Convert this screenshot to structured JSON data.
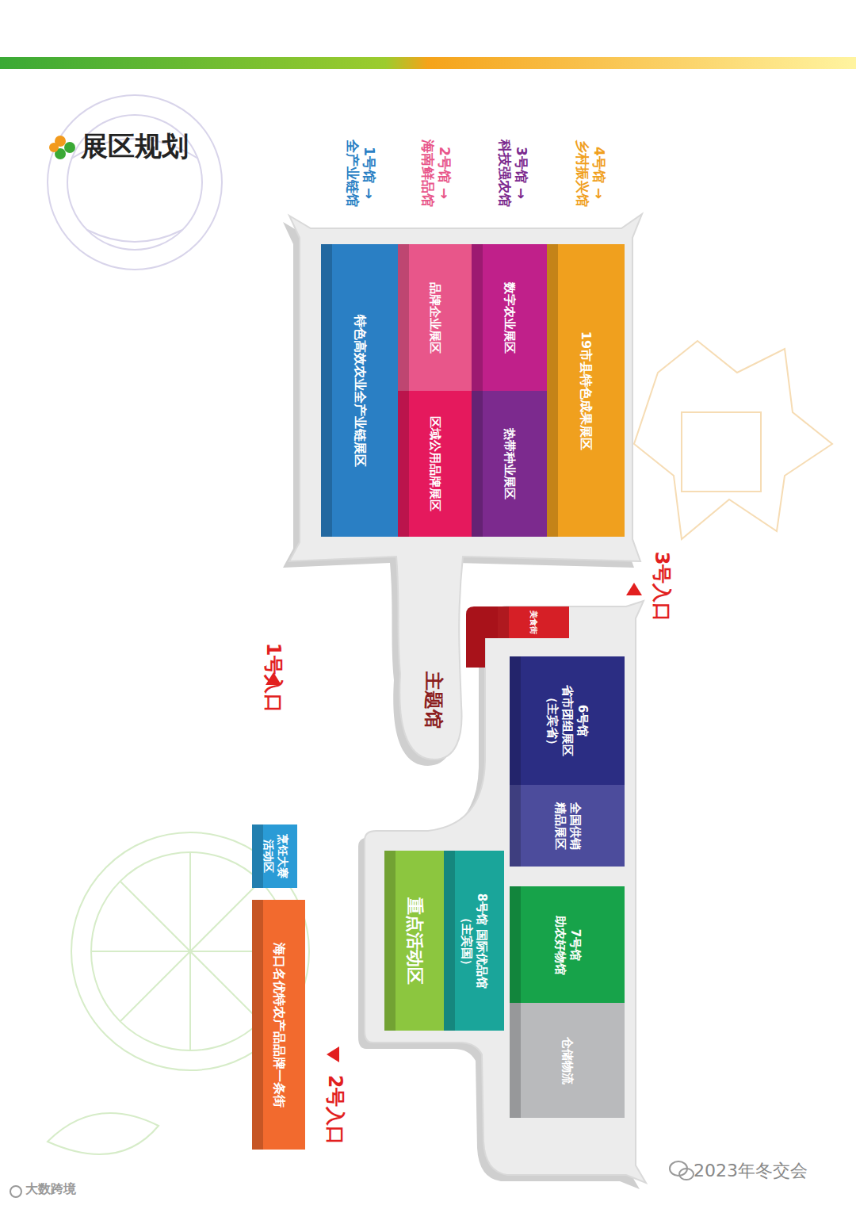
{
  "diagram": {
    "title": "展区规划",
    "nodes": [
      {
        "text": [
          "特色高效农业全产业链展区"
        ]
      },
      {
        "text": [
          "品牌企业展区"
        ]
      },
      {
        "text": [
          "区域公用品牌展区"
        ]
      },
      {
        "text": [
          "数字农业展区"
        ]
      },
      {
        "text": [
          "热带种业展区"
        ]
      },
      {
        "text": [
          "19市县特色成果展区"
        ]
      },
      {
        "text": [
          "美食街"
        ]
      },
      {
        "text": [
          "6号馆 省市团组展区 （主宾省）"
        ]
      },
      {
        "text": [
          "全国供销 精品展区"
        ]
      },
      {
        "text": [
          "7号馆 助农好物馆"
        ]
      },
      {
        "text": [
          "仓储物流"
        ]
      },
      {
        "text": [
          "重点活动区"
        ]
      },
      {
        "text": [
          "8号馆 国际优品馆 （主宾国）"
        ]
      },
      {
        "text": [
          "烹饪大赛 活动区"
        ]
      },
      {
        "text": [
          "海口名优特农产品品牌一条街"
        ]
      }
    ],
    "labels": [
      "1号馆 → 全产业链馆",
      "2号馆 → 海南鲜品馆",
      "3号馆 → 科技强农馆",
      "4号馆 → 乡村振兴馆",
      "主题馆",
      "1号入口",
      "3号入口",
      "2号入口",
      "大数跨境",
      "2023年冬交会"
    ]
  }
}
